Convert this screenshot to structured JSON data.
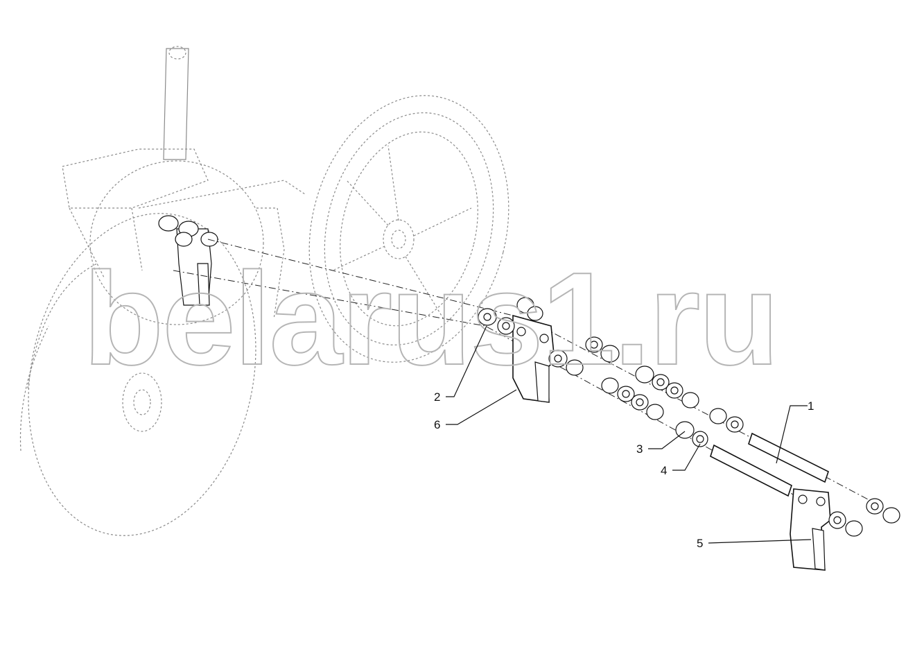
{
  "watermark": "belarus1.ru",
  "callouts": [
    {
      "id": "1",
      "label": "1"
    },
    {
      "id": "2",
      "label": "2"
    },
    {
      "id": "3",
      "label": "3"
    },
    {
      "id": "4",
      "label": "4"
    },
    {
      "id": "5",
      "label": "5"
    },
    {
      "id": "6",
      "label": "6"
    }
  ],
  "colors": {
    "line": "#111111",
    "ghost": "#8a8a8a",
    "watermark": "#b5b5b5"
  }
}
